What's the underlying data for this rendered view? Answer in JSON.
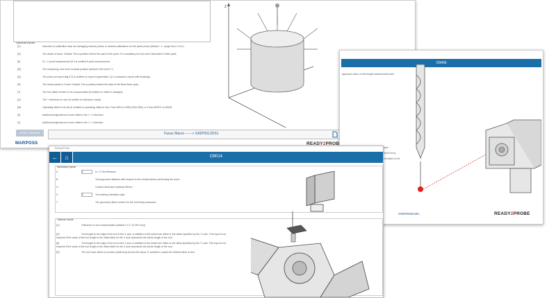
{
  "back_window": {
    "optional_inputs_heading": "Optional Inputs",
    "rows": [
      {
        "key": "[C]",
        "text": "Selection of calibration data set managing several probes or several calibrations for the same probe (default = 1, range from 1 to 6.)."
      },
      {
        "key": "[D]",
        "text": "The depth of touch. Default: The ø position before the start of the cycle. It is mandatory for bore and Obstructed Center parts."
      },
      {
        "key": "[E]",
        "text": "If 1, X point measurement (if 0 is omitted 5 point measurement."
      },
      {
        "key": "[M]",
        "text": "The measuring zone from nominal position (default 2.54 mm/0.1\")"
      },
      {
        "key": "[Q]",
        "text": "The point-out report flag If Q is omitted no report is generated. Q>1 produces a report with headings."
      },
      {
        "key": "[R]",
        "text": "The retract plane in Z axis. Default: The ø position before the start of the Bore-Boss cycle."
      },
      {
        "key": "[T]",
        "text": "The tool offset number to be compensated (if omitted no offset is changed)."
      },
      {
        "key": "[U]",
        "text": "The + tolerance on size (if omitted no tolerance check)."
      },
      {
        "key": "[W]",
        "text": "Operating offset to be set (if omitted no operating offset is set). From WS1 to WS6 (G54-G59), or From WS1P1 to WS48."
      },
      {
        "key": "[X]",
        "text": "Additional Adjustment to work offset in the +/- X direction"
      },
      {
        "key": "[Y]",
        "text": "Additional Adjustment to work offset in the +/- Y direction"
      }
    ],
    "ok_label": "APPLY VALUES",
    "code_label": "Fanuc Macro ------> G65P9312DS1",
    "brand_left": "MARPOSS",
    "brand_right_a": "READY",
    "brand_right_b": "2",
    "brand_right_c": "PROBE"
  },
  "right_window": {
    "title": "O9406",
    "line1": "approach value on the length measurement axis.",
    "line2": "probe uses the same position for the stylus.",
    "line3": "Contact for the end of tool (default 0.0 mm/0 inch).",
    "line4": "Tool radius is not",
    "footer": "G65P9406ABC"
  },
  "front_window": {
    "window_title": "Ready2Probe",
    "header_title": "O9014",
    "mandatory_heading": "Mandatory Inputs",
    "mandatory": [
      {
        "key": "A",
        "val": "0",
        "text": "A = 0 Tool Measure"
      },
      {
        "key": "B",
        "val": "",
        "text": "Tool approach distance with respect to the contact before performing the touch"
      },
      {
        "key": "H",
        "val": "",
        "text": "Contact dimension (default 25mm)"
      },
      {
        "key": "S",
        "val": "0",
        "text": "Tool setting orientation type"
      },
      {
        "key": "T",
        "val": "",
        "text": "The geometry offset number for the tool being measured"
      }
    ],
    "optional_heading": "Optional Inputs",
    "optional": [
      {
        "key": "[C]",
        "text": "Tolerance on tool compensation (default ± 0.1\" (0.254 mm))"
      },
      {
        "key": "[D]",
        "text": "Tool length to the edge of the tool in the X axis, in addition to the active tool offset or the offset specified by the T code. This input is not required if the value of the tool length is the offset table for the X axis represents the whole length of the tool."
      },
      {
        "key": "[E]",
        "text": "Tool length to the edge of the tool in the Z axis, in addition to the active tool offset or the offset specified by the T code. This input is not required if the value of the tool length in the offset table for the Z axis represents the whole length of the tool."
      },
      {
        "key": "[R]",
        "text": "The tool nose radius to provide positioning around the stylus. If variable is vacant the default value is zero."
      }
    ]
  },
  "colors": {
    "header_blue": "#1b6fa8",
    "probe_tip_red": "#e02020",
    "brand_red": "#c92b2b"
  }
}
